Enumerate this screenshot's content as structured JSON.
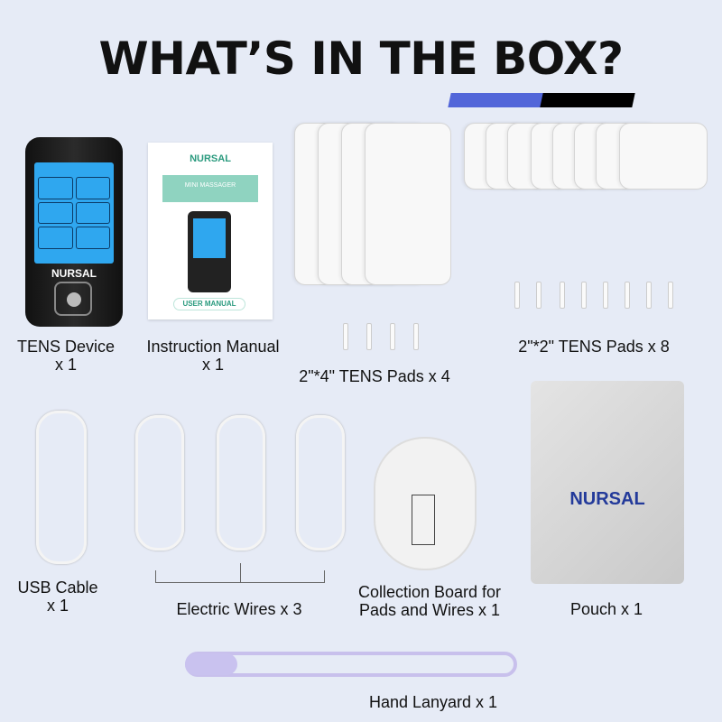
{
  "title": "WHAT’S IN THE BOX?",
  "accent_colors": {
    "blue": "#5266d9",
    "black": "#000000",
    "background": "#e6ebf6"
  },
  "items": {
    "tens_device": {
      "label": "TENS Device",
      "qty": "x 1",
      "brand": "NURSAL"
    },
    "manual": {
      "label": "Instruction Manual",
      "qty": "x 1",
      "brand": "NURSAL",
      "band": "MINI MASSAGER",
      "button": "USER MANUAL"
    },
    "pads_large": {
      "label": "2\"*4\" TENS Pads x 4"
    },
    "pads_small": {
      "label": "2\"*2\" TENS Pads x 8"
    },
    "usb": {
      "label": "USB Cable",
      "qty": "x 1"
    },
    "wires": {
      "label": "Electric Wires x 3"
    },
    "board": {
      "label1": "Collection Board for",
      "label2": "Pads and Wires x 1"
    },
    "pouch": {
      "label": "Pouch x 1",
      "brand": "NURSAL"
    },
    "lanyard": {
      "label": "Hand Lanyard x 1"
    }
  }
}
